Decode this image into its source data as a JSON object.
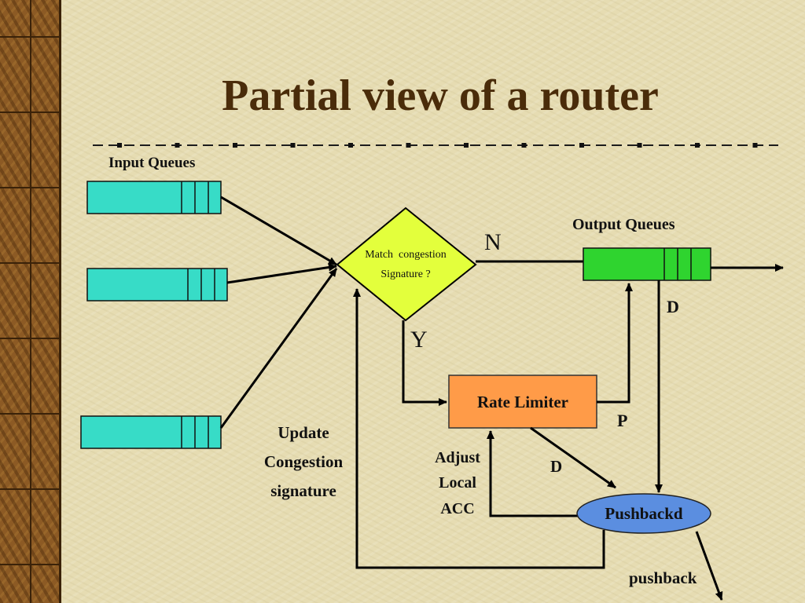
{
  "title": "Partial view of a router",
  "labels": {
    "input_queues": "Input Queues",
    "output_queues": "Output Queues",
    "decision_line1": "Match  congestion",
    "decision_line2": "Signature ?",
    "no": "N",
    "yes": "Y",
    "rate_limiter": "Rate Limiter",
    "pushbackd": "Pushbackd",
    "p": "P",
    "d_output": "D",
    "d_pushback": "D",
    "update_line1": "Update",
    "update_line2": "Congestion",
    "update_line3": "signature",
    "adjust_line1": "Adjust",
    "adjust_line2": "Local",
    "adjust_line3": "ACC",
    "pushback_out": "pushback"
  },
  "colors": {
    "background": "#e6dcb2",
    "title": "#4a2c0a",
    "input_queue": "#37dcc7",
    "output_queue": "#2fd42f",
    "decision": "#e3ff3c",
    "rate_limiter": "#ff9b48",
    "pushbackd": "#5b8ee0"
  }
}
